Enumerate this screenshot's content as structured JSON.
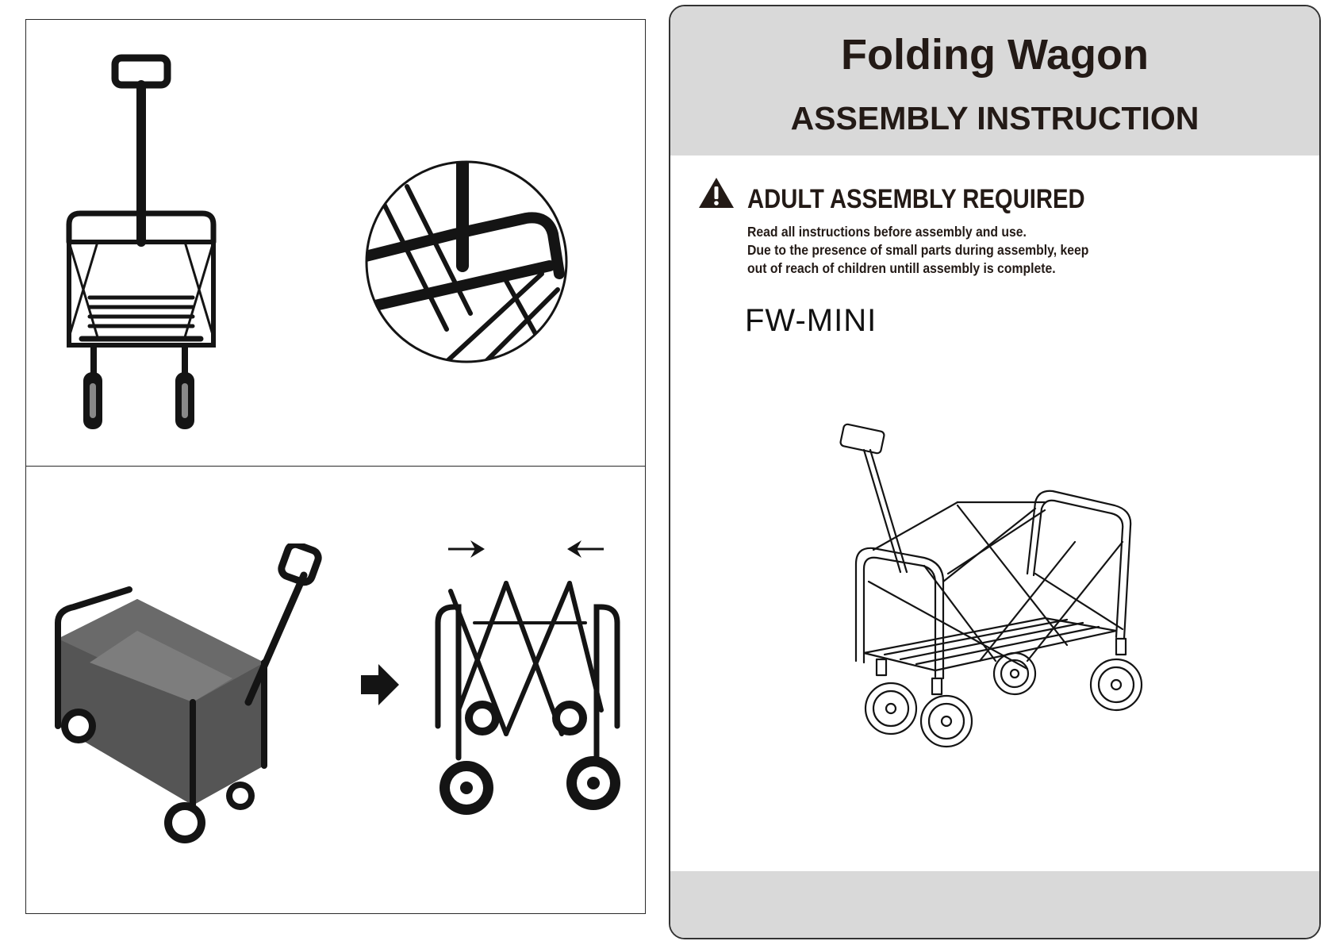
{
  "document": {
    "title": "Folding Wagon",
    "subtitle": "ASSEMBLY INSTRUCTION",
    "warning": {
      "heading": "ADULT ASSEMBLY REQUIRED",
      "lines": [
        "Read all instructions before assembly and use.",
        "Due to the presence of small parts during assembly, keep",
        "out of reach of children untill assembly is complete."
      ]
    },
    "model": "FW-MINI"
  },
  "colors": {
    "header_band": "#d9d9d9",
    "text_dark": "#231a16",
    "frame_black": "#141414"
  },
  "icons": [
    "warning-triangle-icon",
    "arrow-right-icon",
    "arrow-left-icon",
    "block-arrow-right-icon"
  ]
}
